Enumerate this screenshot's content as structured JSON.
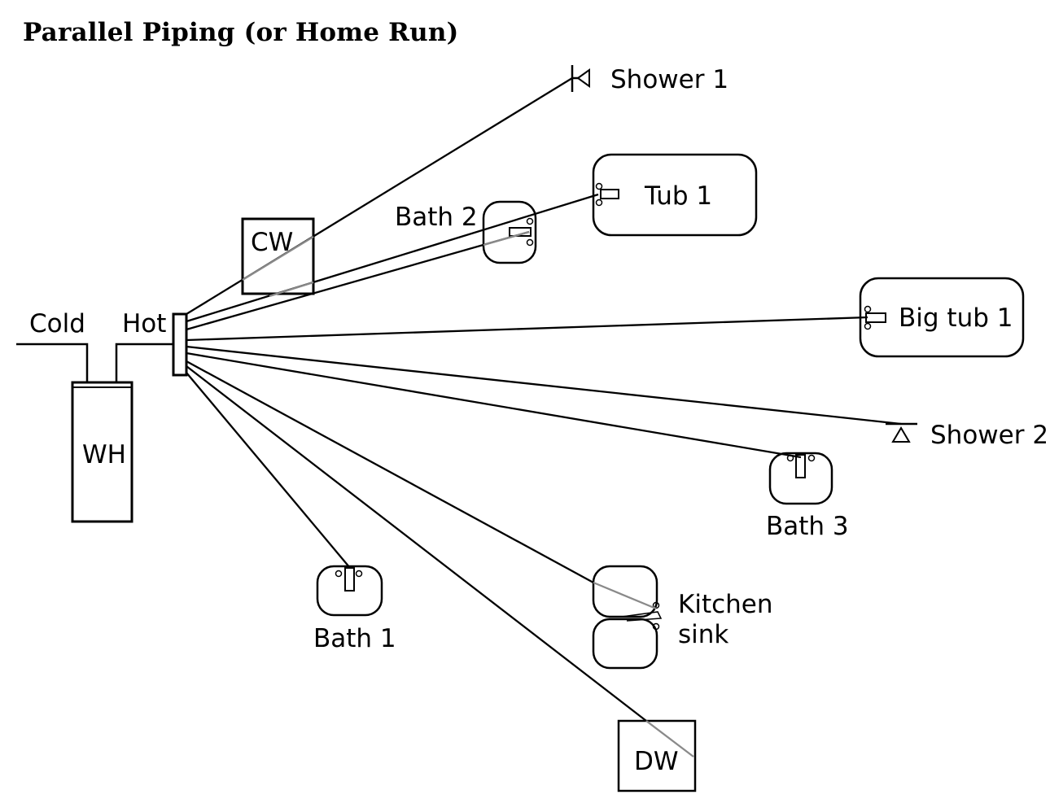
{
  "title": "Parallel Piping (or Home Run)",
  "labels": {
    "cold": "Cold",
    "hot": "Hot",
    "water_heater": "WH",
    "clothes_washer": "CW",
    "dishwasher": "DW",
    "shower_1": "Shower 1",
    "tub_1": "Tub 1",
    "bath_2": "Bath 2",
    "big_tub_1": "Big tub 1",
    "shower_2": "Shower 2",
    "bath_3": "Bath 3",
    "bath_1": "Bath 1",
    "kitchen_line1": "Kitchen",
    "kitchen_line2": "sink"
  },
  "colors": {
    "pipe": "#000000",
    "pipe_behind": "#8a8a8a",
    "outline": "#000000"
  }
}
